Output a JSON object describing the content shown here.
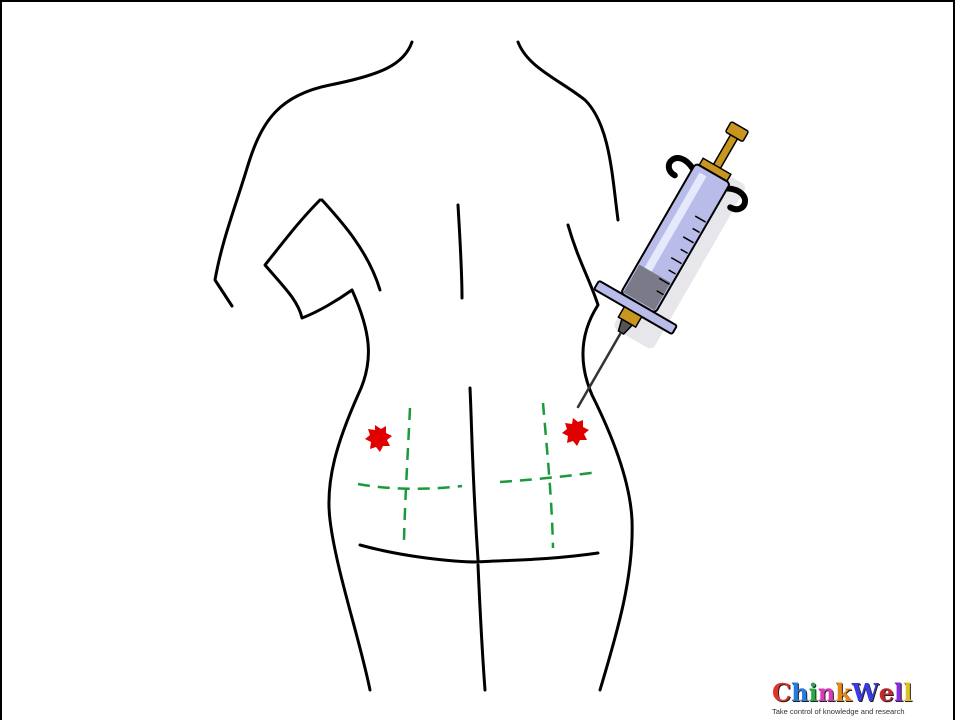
{
  "colors": {
    "outline": "#000000",
    "injection_site_marks": "#e00000",
    "quadrant_guides": "#1a9a3a",
    "syringe_barrel": "#b9bce8",
    "syringe_plunger": "#c8961e"
  },
  "icons": [
    "syringe-icon",
    "injection-site-mark-icon"
  ],
  "logo": {
    "letters": [
      "C",
      "h",
      "i",
      "n",
      "k",
      "W",
      "e",
      "l",
      "l"
    ],
    "letter_colors": [
      "#e0342a",
      "#2a7ae0",
      "#2aa84a",
      "#d83ab8",
      "#e08a1a",
      "#3a3ae0",
      "#c02a2a",
      "#8a2ae0",
      "#e0c02a"
    ],
    "tagline": "Take control of knowledge and research"
  }
}
